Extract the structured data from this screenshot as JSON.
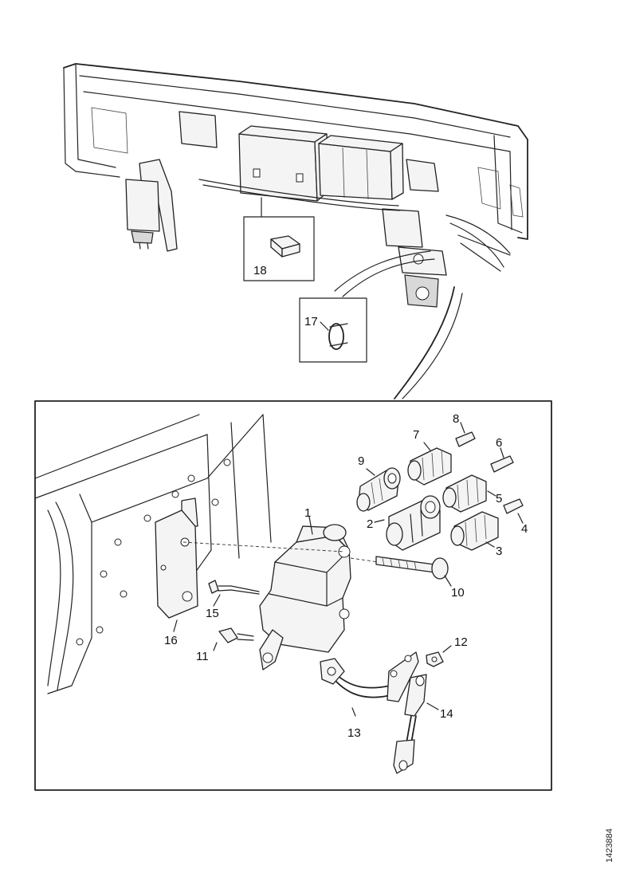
{
  "callouts": {
    "c1": "1",
    "c2": "2",
    "c3": "3",
    "c4": "4",
    "c5": "5",
    "c6": "6",
    "c7": "7",
    "c8": "8",
    "c9": "9",
    "c10": "10",
    "c11": "11",
    "c12": "12",
    "c13": "13",
    "c14": "14",
    "c15": "15",
    "c16": "16",
    "c17": "17",
    "c18": "18"
  },
  "drawing_code": "1423884"
}
